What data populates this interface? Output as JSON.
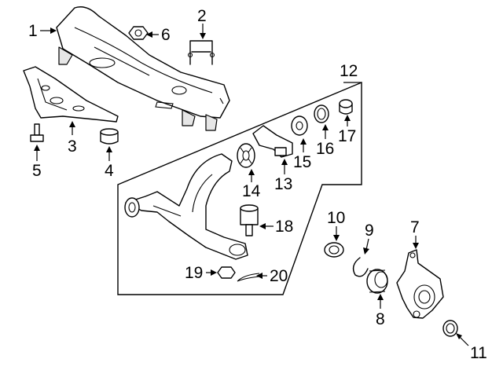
{
  "callouts": {
    "c1": "1",
    "c2": "2",
    "c3": "3",
    "c4": "4",
    "c5": "5",
    "c6": "6",
    "c7": "7",
    "c8": "8",
    "c9": "9",
    "c10": "10",
    "c11": "11",
    "c12": "12",
    "c13": "13",
    "c14": "14",
    "c15": "15",
    "c16": "16",
    "c17": "17",
    "c18": "18",
    "c19": "19",
    "c20": "20"
  },
  "colors": {
    "line": "#000000",
    "shade": "#e6e6e6",
    "background": "#ffffff"
  }
}
